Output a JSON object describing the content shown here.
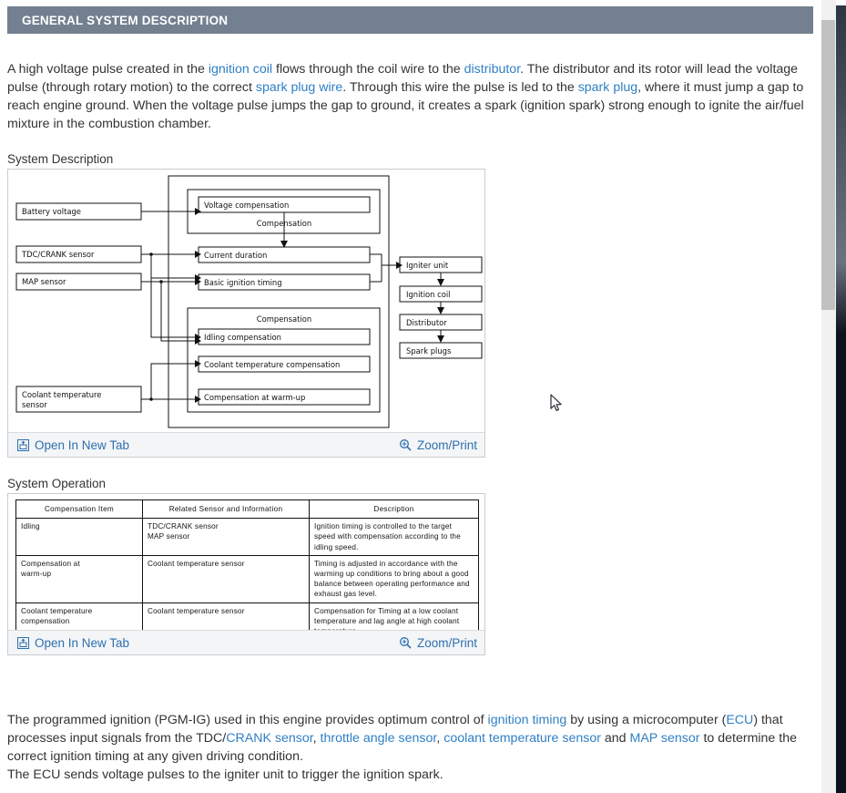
{
  "header": {
    "title": "GENERAL SYSTEM DESCRIPTION",
    "bg_color": "#73808f",
    "text_color": "#ffffff"
  },
  "link_color": "#2f7fc4",
  "intro_paragraph": {
    "segments": [
      {
        "text": "A high voltage pulse created in the ",
        "link": false
      },
      {
        "text": "ignition coil",
        "link": true
      },
      {
        "text": " flows through the coil wire to the ",
        "link": false
      },
      {
        "text": "distributor",
        "link": true
      },
      {
        "text": ". The distributor and its rotor will lead the voltage pulse (through rotary motion) to the correct ",
        "link": false
      },
      {
        "text": "spark plug wire",
        "link": true
      },
      {
        "text": ". Through this wire the pulse is led to the ",
        "link": false
      },
      {
        "text": "spark plug",
        "link": true
      },
      {
        "text": ", where it must jump a gap to reach engine ground. When the voltage pulse jumps the gap to ground, it creates a spark (ignition spark) strong enough to ignite the air/fuel mixture in the combustion chamber.",
        "link": false
      }
    ]
  },
  "figures": [
    {
      "caption": "System Description",
      "open_in_new_tab_label": "Open In New Tab",
      "zoom_print_label": "Zoom/Print",
      "open_icon": "open-in-new-tab-icon",
      "zoom_icon": "magnifier-plus-icon"
    },
    {
      "caption": "System Operation",
      "open_in_new_tab_label": "Open In New Tab",
      "zoom_print_label": "Zoom/Print",
      "open_icon": "open-in-new-tab-icon",
      "zoom_icon": "magnifier-plus-icon"
    }
  ],
  "block_diagram": {
    "inputs": [
      "Battery voltage",
      "TDC/CRANK sensor",
      "MAP sensor",
      "Coolant temperature\nsensor"
    ],
    "input_labels": {
      "battery_voltage": "Battery voltage",
      "tdc_crank_sensor": "TDC/CRANK sensor",
      "map_sensor": "MAP sensor",
      "coolant_temperature_sensor_line1": "Coolant temperature",
      "coolant_temperature_sensor_line2": "sensor"
    },
    "group_label_upper": "Compensation",
    "group_label_lower": "Compensation",
    "processing": {
      "voltage_compensation": "Voltage compensation",
      "current_duration": "Current duration",
      "basic_ignition_timing": "Basic ignition timing",
      "idling_compensation": "Idling compensation",
      "coolant_temperature_compensation": "Coolant temperature compensation",
      "compensation_at_warm_up": "Compensation at warm-up"
    },
    "outputs": {
      "igniter_unit": "Igniter unit",
      "ignition_coil": "Ignition coil",
      "distributor": "Distributor",
      "spark_plugs": "Spark plugs"
    }
  },
  "operation_table": {
    "headers": [
      "Compensation Item",
      "Related Sensor and Information",
      "Description"
    ],
    "rows": [
      {
        "item": "Idling",
        "sensor": "TDC/CRANK sensor\nMAP sensor",
        "description": "Ignition timing is controlled to the target speed with compensation according to the idling speed."
      },
      {
        "item": "Compensation at\nwarm-up",
        "sensor": "Coolant temperature sensor",
        "description": "Timing is adjusted in accordance with the warming up conditions to bring about a good balance between operating performance and exhaust gas level."
      },
      {
        "item": "Coolant temperature\ncompensation",
        "sensor": "Coolant temperature sensor",
        "description": "Compensation for Timing at a low coolant temperature and lag angle at high coolant temperature."
      }
    ]
  },
  "closing_paragraph": {
    "segments": [
      {
        "text": "The programmed ignition (PGM-IG) used in this engine provides optimum control of ",
        "link": false
      },
      {
        "text": "ignition timing",
        "link": true
      },
      {
        "text": " by using a microcomputer (",
        "link": false
      },
      {
        "text": "ECU",
        "link": true
      },
      {
        "text": ") that processes input signals from the TDC/",
        "link": false
      },
      {
        "text": "CRANK sensor",
        "link": true
      },
      {
        "text": ", ",
        "link": false
      },
      {
        "text": "throttle angle sensor",
        "link": true
      },
      {
        "text": ", ",
        "link": false
      },
      {
        "text": "coolant temperature sensor",
        "link": true
      },
      {
        "text": " and ",
        "link": false
      },
      {
        "text": "MAP sensor",
        "link": true
      },
      {
        "text": " to determine the correct ignition timing at any given driving condition.",
        "link": false
      }
    ],
    "second_line": "The ECU sends voltage pulses to the igniter unit to trigger the ignition spark."
  },
  "scrollbar": {
    "track_color": "#f1f1f1",
    "thumb_color": "#c1c1c1"
  }
}
